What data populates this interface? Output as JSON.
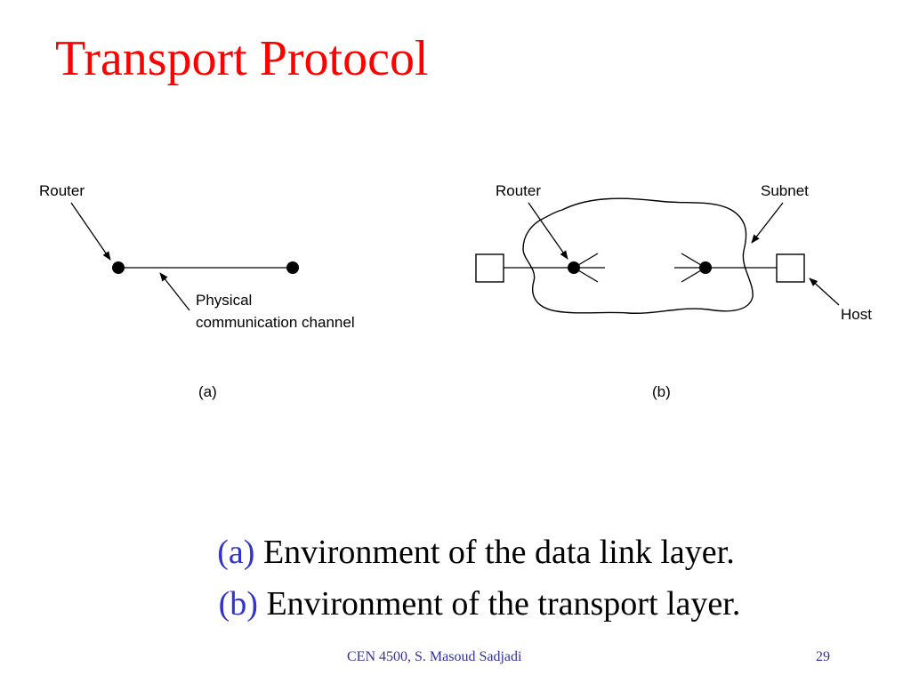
{
  "slide": {
    "title": "Transport Protocol",
    "accent_color": "#ff0000",
    "marker_color": "#3333cc"
  },
  "diagram": {
    "a": {
      "router_label": "Router",
      "channel_label_line1": "Physical",
      "channel_label_line2": "communication channel",
      "caption": "(a)"
    },
    "b": {
      "router_label": "Router",
      "subnet_label": "Subnet",
      "host_label": "Host",
      "caption": "(b)"
    }
  },
  "captions": [
    {
      "marker": "(a)",
      "text": " Environment of the data link layer."
    },
    {
      "marker": "(b)",
      "text": " Environment of the transport layer."
    }
  ],
  "footer": {
    "text": "CEN 4500, S. Masoud Sadjadi",
    "page": "29"
  }
}
